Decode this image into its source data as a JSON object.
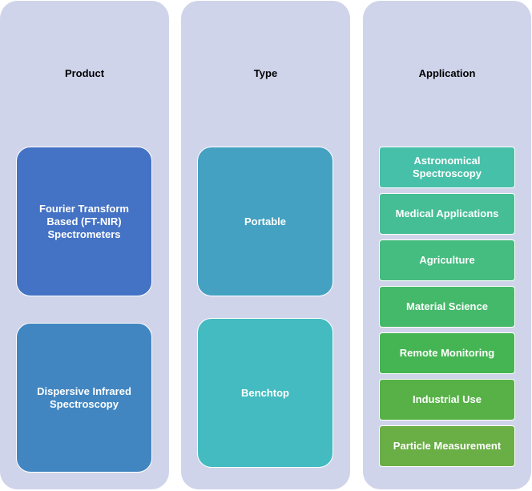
{
  "columns": [
    {
      "header": "Product",
      "items": [
        {
          "label": "Fourier Transform Based (FT-NIR) Spectrometers",
          "color": "#4472c4"
        },
        {
          "label": "Dispersive Infrared Spectroscopy",
          "color": "#4286c1"
        }
      ]
    },
    {
      "header": "Type",
      "items": [
        {
          "label": "Portable",
          "color": "#44a1c2"
        },
        {
          "label": "Benchtop",
          "color": "#44bbc0"
        }
      ]
    },
    {
      "header": "Application",
      "items": [
        {
          "label": "Astronomical Spectroscopy",
          "color": "#46c0a8"
        },
        {
          "label": "Medical Applications",
          "color": "#46be95"
        },
        {
          "label": "Agriculture",
          "color": "#45bc80"
        },
        {
          "label": "Material Science",
          "color": "#45b96a"
        },
        {
          "label": "Remote Monitoring",
          "color": "#45b553"
        },
        {
          "label": "Industrial Use",
          "color": "#57b147"
        },
        {
          "label": "Particle Measurement",
          "color": "#6aae46"
        }
      ]
    }
  ]
}
